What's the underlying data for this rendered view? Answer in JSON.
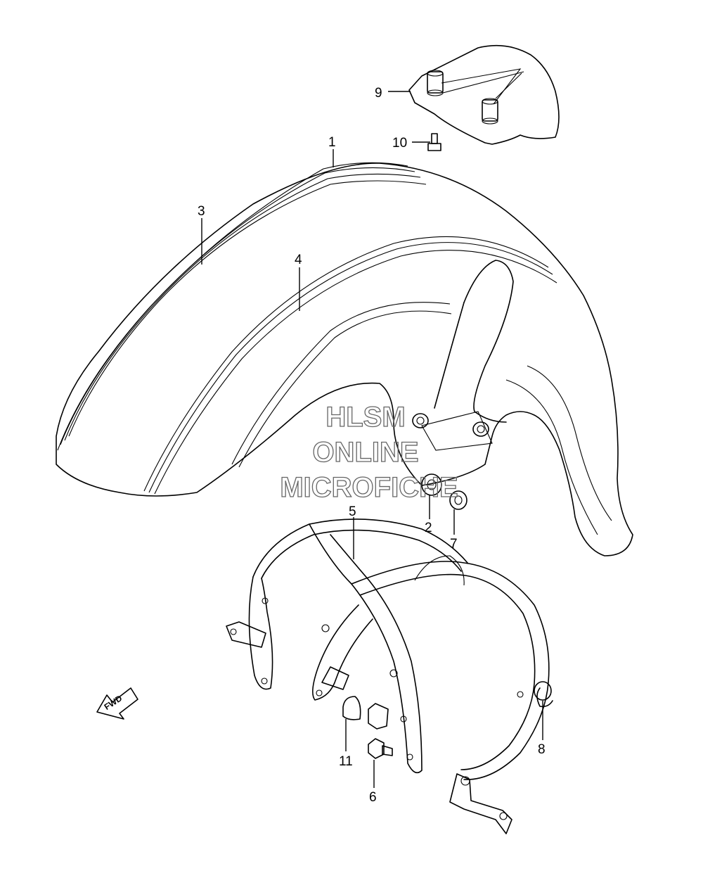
{
  "watermark": {
    "line1": "HLSM",
    "line2": "ONLINE",
    "line3": "MICROFICHE"
  },
  "direction_indicator": {
    "label": "FWD"
  },
  "callouts": [
    {
      "id": "1",
      "label": "1"
    },
    {
      "id": "2",
      "label": "2"
    },
    {
      "id": "3",
      "label": "3"
    },
    {
      "id": "4",
      "label": "4"
    },
    {
      "id": "5",
      "label": "5"
    },
    {
      "id": "6",
      "label": "6"
    },
    {
      "id": "7",
      "label": "7"
    },
    {
      "id": "8",
      "label": "8"
    },
    {
      "id": "9",
      "label": "9"
    },
    {
      "id": "10",
      "label": "10"
    },
    {
      "id": "11",
      "label": "11"
    }
  ]
}
